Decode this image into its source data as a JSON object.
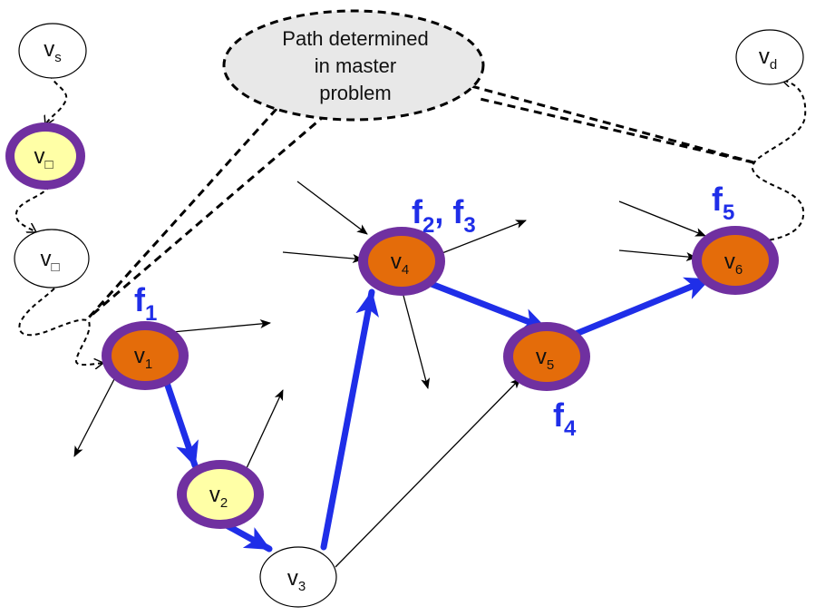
{
  "callout": {
    "lines": [
      "Path determined",
      "in  master",
      "problem"
    ]
  },
  "nodes": {
    "vs": {
      "base": "v",
      "sub": "s"
    },
    "va": {
      "base": "v",
      "sub": "□"
    },
    "vb": {
      "base": "v",
      "sub": "□"
    },
    "vd": {
      "base": "v",
      "sub": "d"
    },
    "v1": {
      "base": "v",
      "sub": "1"
    },
    "v2": {
      "base": "v",
      "sub": "2"
    },
    "v3": {
      "base": "v",
      "sub": "3"
    },
    "v4": {
      "base": "v",
      "sub": "4"
    },
    "v5": {
      "base": "v",
      "sub": "5"
    },
    "v6": {
      "base": "v",
      "sub": "6"
    }
  },
  "flows": {
    "f1": {
      "base": "f",
      "sub": "1"
    },
    "f23": {
      "base1": "f",
      "sub1": "2",
      "sep": ",",
      "base2": "f",
      "sub2": "3"
    },
    "f4": {
      "base": "f",
      "sub": "4"
    },
    "f5": {
      "base": "f",
      "sub": "5"
    }
  },
  "colors": {
    "path": "#1f2ee8",
    "ring": "#7030a0",
    "orange_fill": "#e46c0a",
    "yellow_fill": "#ffffa6",
    "plain_fill": "#ffffff",
    "callout_fill": "#e8e8e8"
  }
}
